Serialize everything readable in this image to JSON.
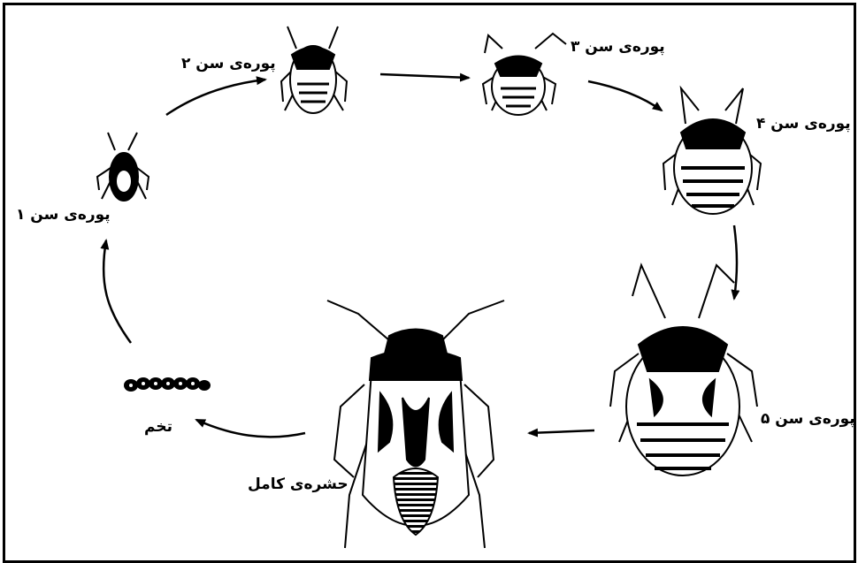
{
  "labels": {
    "egg": "تخم",
    "nymph1": "پوره‌ی سن ۱",
    "nymph2": "پوره‌ی سن ۲",
    "nymph3": "پوره‌ی سن ۳",
    "nymph4": "پوره‌ی سن ۴",
    "nymph5": "پوره‌ی سن ۵",
    "adult": "حشره‌ی کامل"
  },
  "colors": {
    "ink": "#000000",
    "paper": "#ffffff"
  }
}
